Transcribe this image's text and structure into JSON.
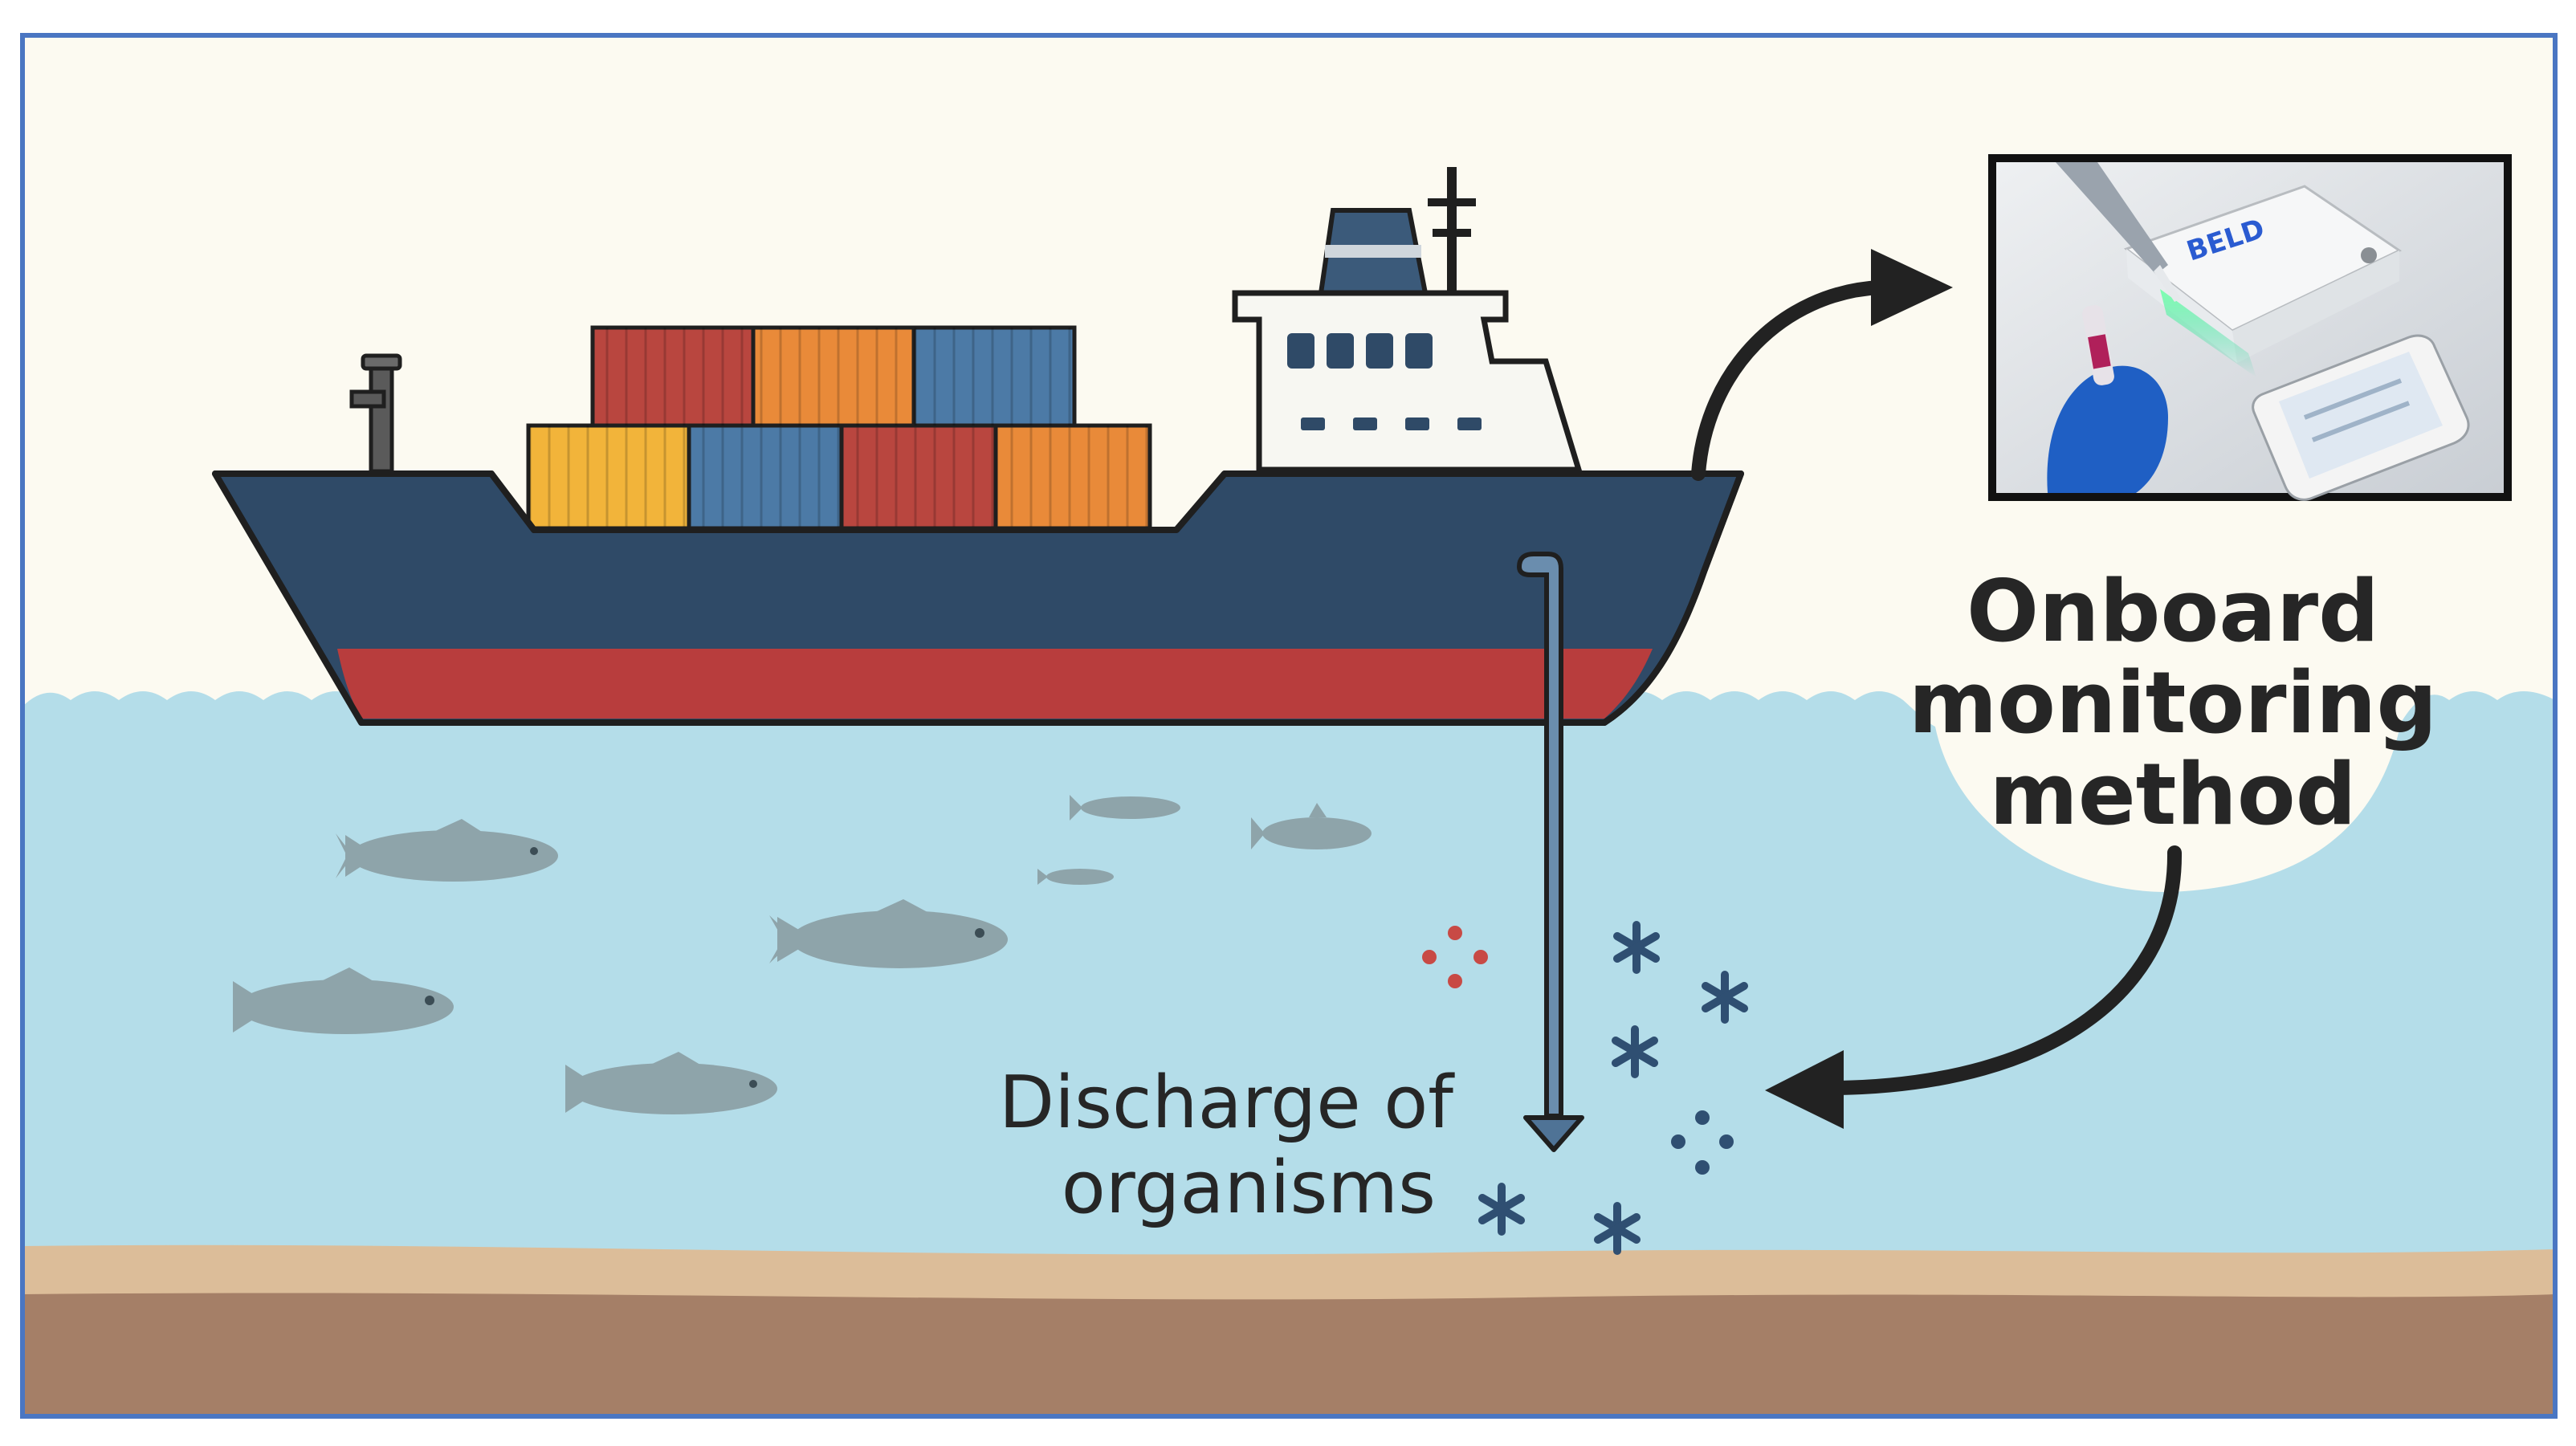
{
  "labels": {
    "onboard_line1": "Onboard",
    "onboard_line2": "monitoring",
    "onboard_line3": "method",
    "discharge_line1": "Discharge of",
    "discharge_line2": "organisms"
  },
  "device_logo_text": "BELD",
  "icons": {
    "ship": "container-ship-icon",
    "fish": "fish-icon",
    "organism": "organism-particle-icon",
    "photo": "lab-device-photo",
    "arrow": "curved-arrow-icon"
  },
  "colors": {
    "frame_border": "#4a76c2",
    "sky": "#fcfaf1",
    "water": "#b4dde9",
    "sand": "#dcbd99",
    "seabed": "#a57f67",
    "hull_navy": "#2f4a67",
    "hull_red": "#b83d3d",
    "container_red": "#b9463f",
    "container_orange": "#e98a39",
    "container_blue": "#4c7aa6",
    "container_yellow": "#f2b43a",
    "fish": "#8ea4aa",
    "organism_navy": "#2f4f72",
    "organism_red": "#c84a45",
    "outline": "#1f1f1f"
  }
}
